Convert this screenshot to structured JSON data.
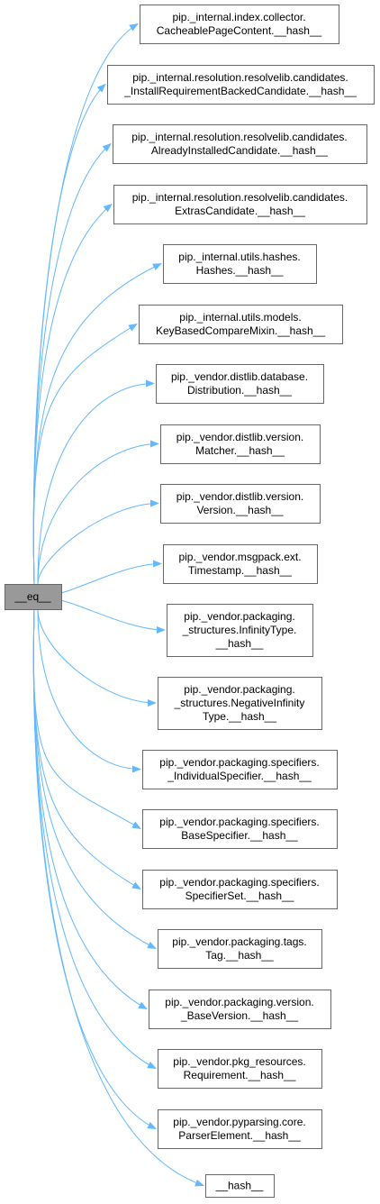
{
  "graph": {
    "style": {
      "edge_color": "#63b8ff",
      "source_fill": "#999999",
      "source_stroke": "#666666",
      "target_fill": "#ffffff",
      "target_stroke": "#666666"
    },
    "source": {
      "lines": [
        "__eq__"
      ]
    },
    "targets": [
      {
        "lines": [
          "pip._internal.index.collector.",
          "CacheablePageContent.__hash__"
        ]
      },
      {
        "lines": [
          "pip._internal.resolution.resolvelib.candidates.",
          "_InstallRequirementBackedCandidate.__hash__"
        ]
      },
      {
        "lines": [
          "pip._internal.resolution.resolvelib.candidates.",
          "AlreadyInstalledCandidate.__hash__"
        ]
      },
      {
        "lines": [
          "pip._internal.resolution.resolvelib.candidates.",
          "ExtrasCandidate.__hash__"
        ]
      },
      {
        "lines": [
          "pip._internal.utils.hashes.",
          "Hashes.__hash__"
        ]
      },
      {
        "lines": [
          "pip._internal.utils.models.",
          "KeyBasedCompareMixin.__hash__"
        ]
      },
      {
        "lines": [
          "pip._vendor.distlib.database.",
          "Distribution.__hash__"
        ]
      },
      {
        "lines": [
          "pip._vendor.distlib.version.",
          "Matcher.__hash__"
        ]
      },
      {
        "lines": [
          "pip._vendor.distlib.version.",
          "Version.__hash__"
        ]
      },
      {
        "lines": [
          "pip._vendor.msgpack.ext.",
          "Timestamp.__hash__"
        ]
      },
      {
        "lines": [
          "pip._vendor.packaging.",
          "_structures.InfinityType.",
          "__hash__"
        ]
      },
      {
        "lines": [
          "pip._vendor.packaging.",
          "_structures.NegativeInfinity",
          "Type.__hash__"
        ]
      },
      {
        "lines": [
          "pip._vendor.packaging.specifiers.",
          "_IndividualSpecifier.__hash__"
        ]
      },
      {
        "lines": [
          "pip._vendor.packaging.specifiers.",
          "BaseSpecifier.__hash__"
        ]
      },
      {
        "lines": [
          "pip._vendor.packaging.specifiers.",
          "SpecifierSet.__hash__"
        ]
      },
      {
        "lines": [
          "pip._vendor.packaging.tags.",
          "Tag.__hash__"
        ]
      },
      {
        "lines": [
          "pip._vendor.packaging.version.",
          "_BaseVersion.__hash__"
        ]
      },
      {
        "lines": [
          "pip._vendor.pkg_resources.",
          "Requirement.__hash__"
        ]
      },
      {
        "lines": [
          "pip._vendor.pyparsing.core.",
          "ParserElement.__hash__"
        ]
      },
      {
        "lines": [
          "__hash__"
        ]
      }
    ]
  }
}
